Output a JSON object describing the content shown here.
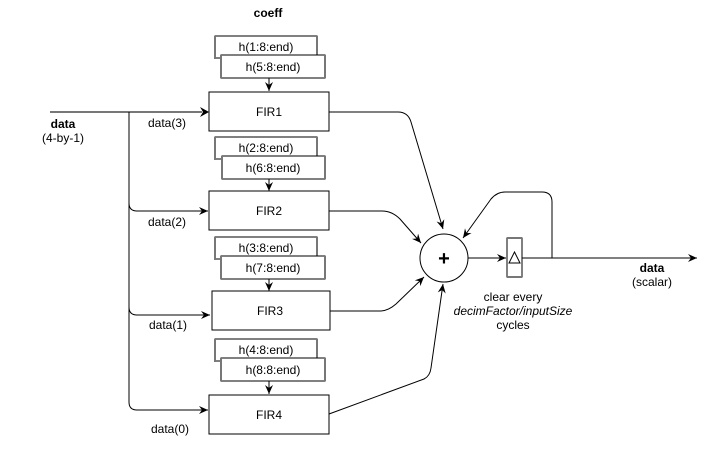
{
  "title": "coeff",
  "input": {
    "name": "data",
    "shape": "(4-by-1)"
  },
  "output": {
    "name": "data",
    "shape": "(scalar)"
  },
  "branches": [
    {
      "filter": "FIR1",
      "input_label": "data(3)",
      "coeff_back": "h(1:8:end)",
      "coeff_front": "h(5:8:end)"
    },
    {
      "filter": "FIR2",
      "input_label": "data(2)",
      "coeff_back": "h(2:8:end)",
      "coeff_front": "h(6:8:end)"
    },
    {
      "filter": "FIR3",
      "input_label": "data(1)",
      "coeff_back": "h(3:8:end)",
      "coeff_front": "h(7:8:end)"
    },
    {
      "filter": "FIR4",
      "input_label": "data(0)",
      "coeff_back": "h(4:8:end)",
      "coeff_front": "h(8:8:end)"
    }
  ],
  "adder": {
    "symbol": "+"
  },
  "delay": {
    "symbol": "△"
  },
  "clear_note": {
    "line1": "clear every",
    "line2": "decimFactor/inputSize",
    "line3": "cycles"
  }
}
